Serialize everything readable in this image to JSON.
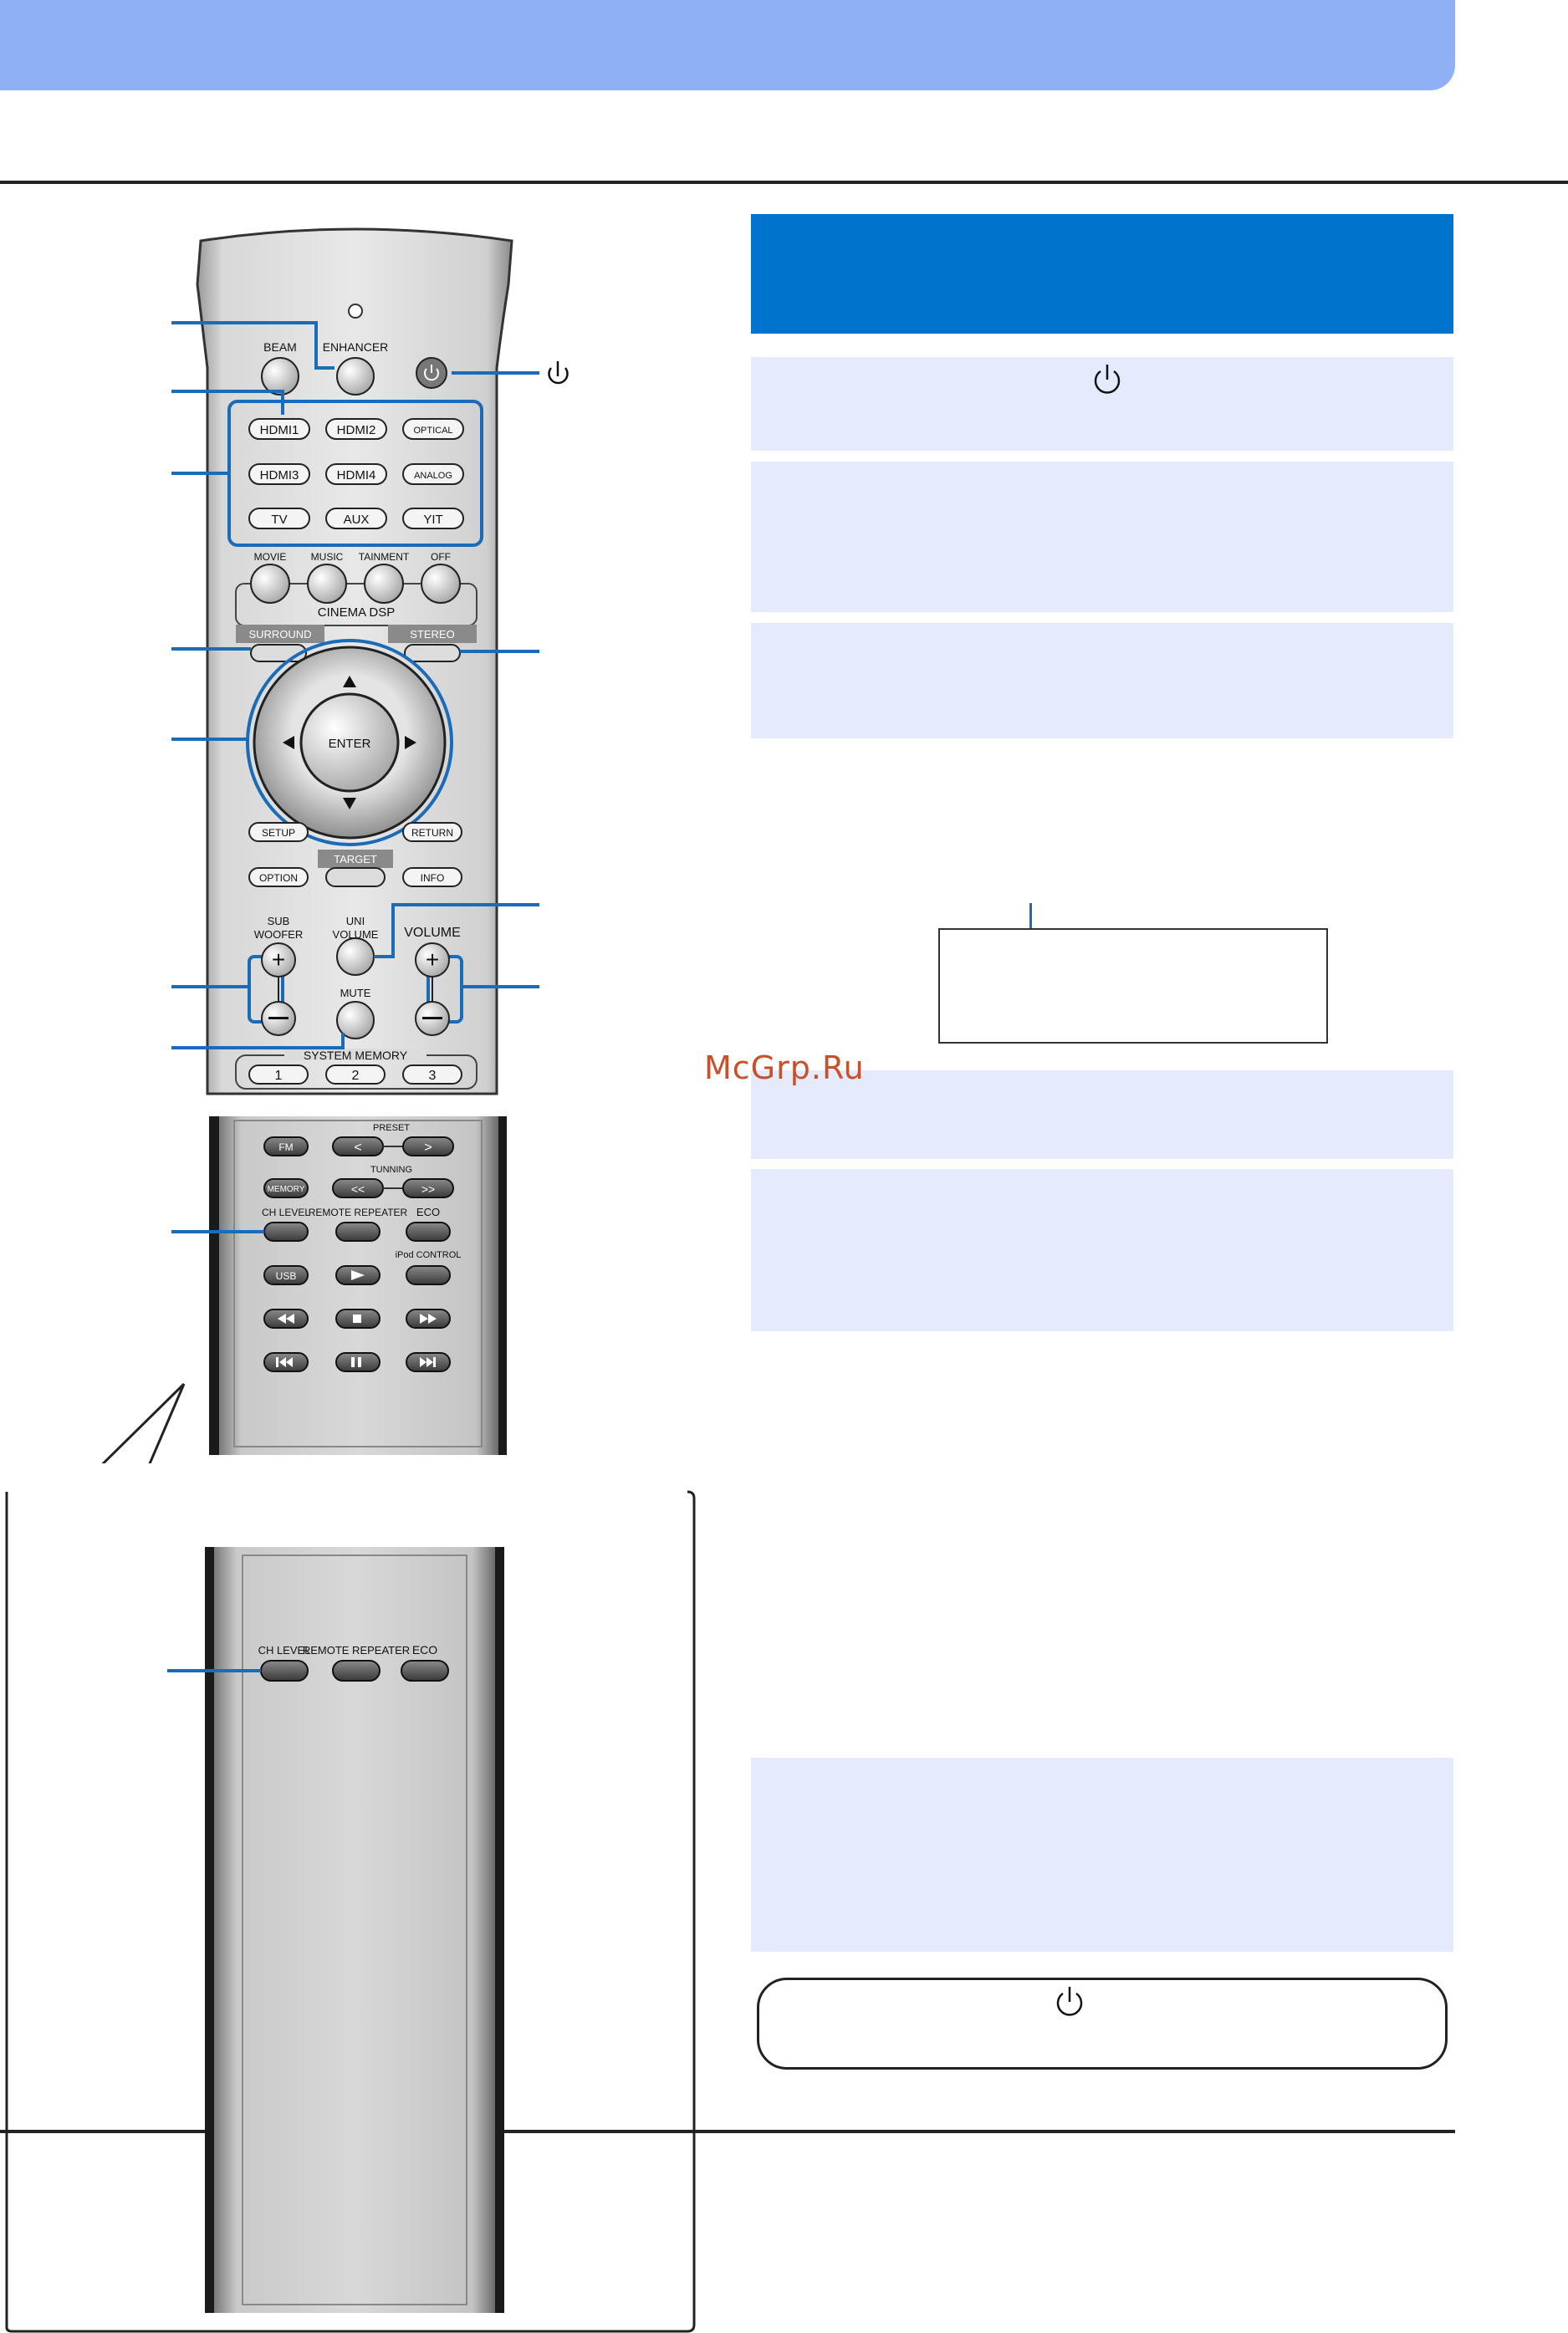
{
  "watermark": "McGrp.Ru",
  "remote": {
    "buttons": {
      "beam": "BEAM",
      "enhancer": "ENHANCER",
      "hdmi1": "HDMI1",
      "hdmi2": "HDMI2",
      "optical": "OPTICAL",
      "hdmi3": "HDMI3",
      "hdmi4": "HDMI4",
      "analog": "ANALOG",
      "tv": "TV",
      "aux": "AUX",
      "yit": "YIT",
      "movie": "MOVIE",
      "music": "MUSIC",
      "entertainment": "TAINMENT",
      "off": "OFF",
      "cinema_dsp": "CINEMA DSP",
      "surround": "SURROUND",
      "stereo": "STEREO",
      "enter": "ENTER",
      "setup": "SETUP",
      "return": "RETURN",
      "target": "TARGET",
      "option": "OPTION",
      "info": "INFO",
      "subwoofer_line1": "SUB",
      "subwoofer_line2": "WOOFER",
      "univolume_line1": "UNI",
      "univolume_line2": "VOLUME",
      "volume": "VOLUME",
      "mute": "MUTE",
      "system_memory": "SYSTEM MEMORY",
      "mem1": "1",
      "mem2": "2",
      "mem3": "3",
      "preset": "PRESET",
      "fm": "FM",
      "memory": "MEMORY",
      "tuning": "TUNNING",
      "ch_level": "CH LEVEL",
      "remote_repeater": "REMOTE REPEATER",
      "eco": "ECO",
      "ipod_control": "iPod CONTROL",
      "usb": "USB"
    }
  },
  "zoom": {
    "ch_level": "CH LEVEL",
    "remote_repeater": "REMOTE REPEATER",
    "eco": "ECO"
  }
}
